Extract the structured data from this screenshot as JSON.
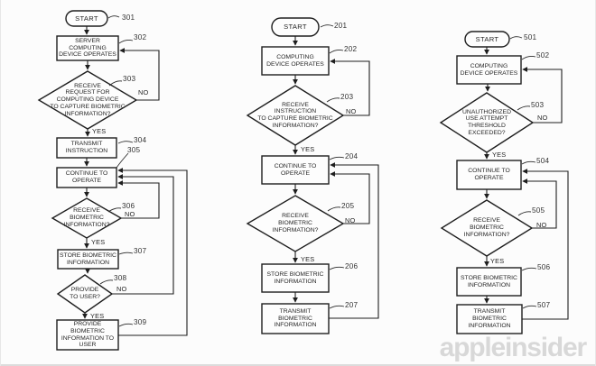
{
  "watermark": "appleinsider",
  "labels": {
    "start": "START",
    "yes": "YES",
    "no": "NO"
  },
  "colors": {
    "line": "#1e1e1e",
    "watermark": "#d8d8d8",
    "background": "#fcfcfc"
  },
  "charts": [
    {
      "name": "server-device-capture-flow",
      "start_ref": "301",
      "nodes": {
        "operates": {
          "ref": "302",
          "label": "SERVER\nCOMPUTING\nDEVICE OPERATES"
        },
        "receive_request": {
          "ref": "303",
          "label": "RECEIVE\nREQUEST FOR\nCOMPUTING DEVICE\nTO CAPTURE BIOMETRIC\nINFORMATION?"
        },
        "transmit_instruction": {
          "ref": "304",
          "label": "TRANSMIT\nINSTRUCTION"
        },
        "continue": {
          "ref": "305",
          "label": "CONTINUE TO\nOPERATE"
        },
        "receive_biometric": {
          "ref": "306",
          "label": "RECEIVE\nBIOMETRIC\nINFORMATION?"
        },
        "store": {
          "ref": "307",
          "label": "STORE BIOMETRIC\nINFORMATION"
        },
        "provide_to_user": {
          "ref": "308",
          "label": "PROVIDE\nTO USER?"
        },
        "provide_info": {
          "ref": "309",
          "label": "PROVIDE\nBIOMETRIC\nINFORMATION TO\nUSER"
        }
      }
    },
    {
      "name": "computing-device-capture-flow",
      "start_ref": "201",
      "nodes": {
        "operates": {
          "ref": "202",
          "label": "COMPUTING\nDEVICE OPERATES"
        },
        "receive_instruction": {
          "ref": "203",
          "label": "RECEIVE\nINSTRUCTION\nTO CAPTURE BIOMETRIC\nINFORMATION?"
        },
        "continue": {
          "ref": "204",
          "label": "CONTINUE TO\nOPERATE"
        },
        "receive_biometric": {
          "ref": "205",
          "label": "RECEIVE\nBIOMETRIC\nINFORMATION?"
        },
        "store": {
          "ref": "206",
          "label": "STORE BIOMETRIC\nINFORMATION"
        },
        "transmit": {
          "ref": "207",
          "label": "TRANSMIT\nBIOMETRIC\nINFORMATION"
        }
      }
    },
    {
      "name": "unauthorized-use-flow",
      "start_ref": "501",
      "nodes": {
        "operates": {
          "ref": "502",
          "label": "COMPUTING\nDEVICE OPERATES"
        },
        "threshold": {
          "ref": "503",
          "label": "UNAUTHORIZED\nUSE ATTEMPT\nTHRESHOLD\nEXCEEDED?"
        },
        "continue": {
          "ref": "504",
          "label": "CONTINUE TO\nOPERATE"
        },
        "receive_biometric": {
          "ref": "505",
          "label": "RECEIVE\nBIOMETRIC\nINFORMATION?"
        },
        "store": {
          "ref": "506",
          "label": "STORE BIOMETRIC\nINFORMATION"
        },
        "transmit": {
          "ref": "507",
          "label": "TRANSMIT\nBIOMETRIC\nINFORMATION"
        }
      }
    }
  ]
}
